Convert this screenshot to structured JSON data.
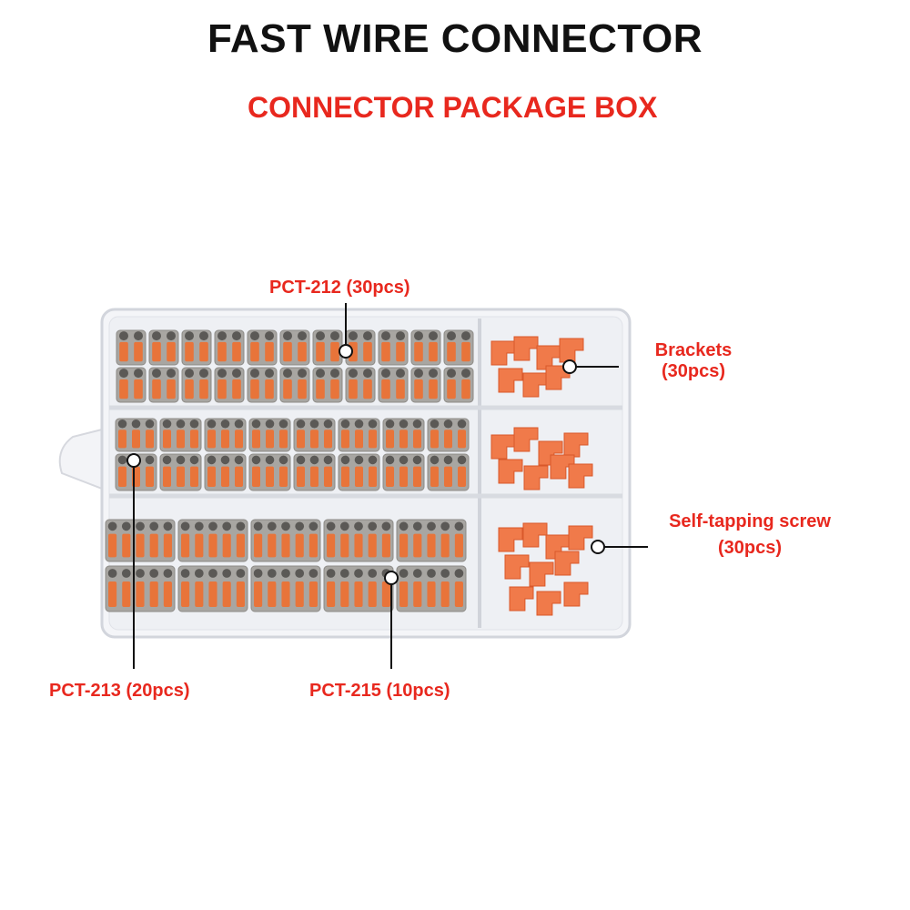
{
  "header": {
    "title": "FAST WIRE CONNECTOR",
    "subtitle": "CONNECTOR PACKAGE BOX"
  },
  "labels": {
    "pct212": "PCT-212 (30pcs)",
    "pct213": "PCT-213 (20pcs)",
    "pct215": "PCT-215 (10pcs)",
    "brackets_line1": "Brackets",
    "brackets_line2": "(30pcs)",
    "screw_line1": "Self-tapping screw",
    "screw_line2": "(30pcs)"
  },
  "colors": {
    "accent_red": "#e8281e",
    "title_black": "#111111",
    "connector_gray": "#a8a6a2",
    "lever_orange": "#e8743a",
    "bracket_orange": "#f07a4a"
  }
}
